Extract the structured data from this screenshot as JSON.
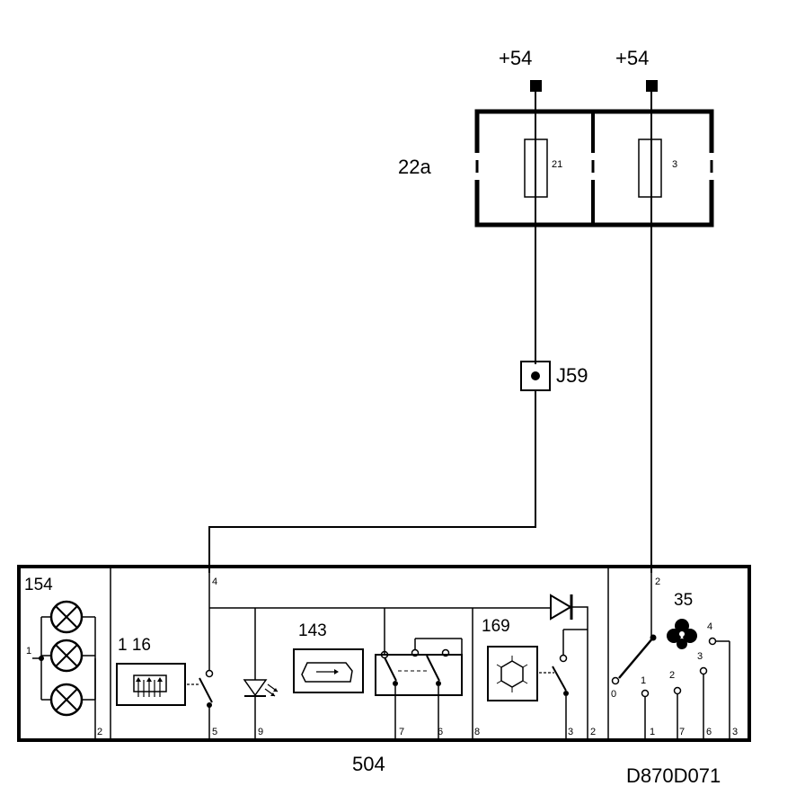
{
  "diagram": {
    "supply_left": "+54",
    "supply_right": "+54",
    "fuse_box_label": "22a",
    "fuse_left_number": "21",
    "fuse_right_number": "3",
    "junction_label": "J59",
    "switch_panel_label": "504",
    "drawing_id": "D870D071",
    "lamp_block_label": "154",
    "lamp_pin_1": "1",
    "lamp_pin_2": "2",
    "rear_window_label": "1 16",
    "mirror_heat_label": "143",
    "recirc_label": "169",
    "blower_label": "35",
    "pins": {
      "p4": "4",
      "p5": "5",
      "p9": "9",
      "p7": "7",
      "p6": "6",
      "p8": "8",
      "p3": "3",
      "p2": "2",
      "fan_p2": "2",
      "fan_p1": "1",
      "fan_p7": "7",
      "fan_p6": "6",
      "fan_p3": "3"
    },
    "blower_positions": {
      "pos0": "0",
      "pos1": "1",
      "pos2": "2",
      "pos3": "3",
      "pos4": "4"
    }
  }
}
